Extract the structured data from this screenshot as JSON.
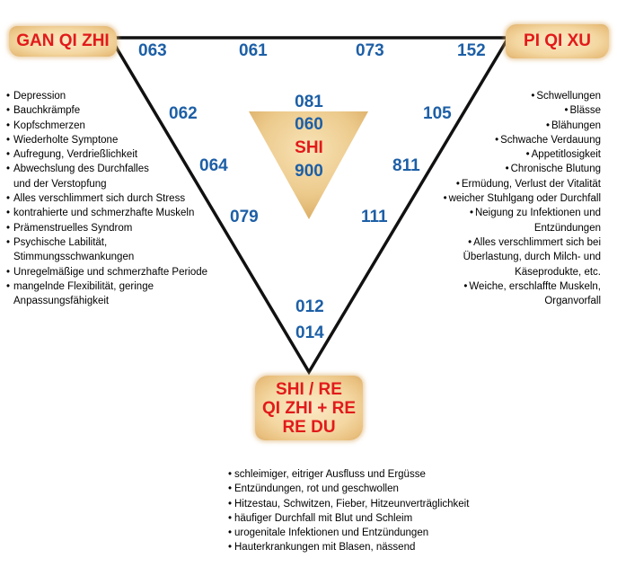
{
  "nodes": {
    "top_left": "GAN QI ZHI",
    "top_right": "PI QI XU",
    "bottom": [
      "SHI / RE",
      "QI ZHI + RE",
      "RE DU"
    ]
  },
  "codes": {
    "top_edge": [
      "063",
      "061",
      "073",
      "152"
    ],
    "left_edge": [
      "062",
      "064",
      "079"
    ],
    "right_edge": [
      "105",
      "811",
      "111"
    ],
    "bottom_vertex": [
      "012",
      "014"
    ],
    "center": [
      "081",
      "060",
      "SHI",
      "900"
    ]
  },
  "symptoms": {
    "gan_qi_zhi": [
      [
        "Depression"
      ],
      [
        "Bauchkrämpfe"
      ],
      [
        "Kopfschmerzen"
      ],
      [
        "Wiederholte Symptone"
      ],
      [
        "Aufregung, Verdrießlichkeit"
      ],
      [
        "Abwechslung des Durchfalles",
        "und der Verstopfung"
      ],
      [
        "Alles verschlimmert sich durch Stress"
      ],
      [
        "kontrahierte und schmerzhafte Muskeln"
      ],
      [
        "Prämenstruelles Syndrom"
      ],
      [
        "Psychische Labilität,",
        "Stimmungsschwankungen"
      ],
      [
        "Unregelmäßige und schmerzhafte Periode"
      ],
      [
        "mangelnde Flexibilität, geringe",
        "Anpassungsfähigkeit"
      ]
    ],
    "pi_qi_xu": [
      [
        "Schwellungen"
      ],
      [
        "Blässe"
      ],
      [
        "Blähungen"
      ],
      [
        "Schwache Verdauung"
      ],
      [
        "Appetitlosigkeit"
      ],
      [
        "Chronische Blutung"
      ],
      [
        "Ermüdung, Verlust der Vitalität"
      ],
      [
        "weicher Stuhlgang oder Durchfall"
      ],
      [
        "Neigung zu Infektionen und",
        "Entzündungen"
      ],
      [
        "Alles verschlimmert sich bei",
        "Überlastung, durch  Milch- und",
        "Käseprodukte, etc."
      ],
      [
        "Weiche, erschlaffte Muskeln,",
        "Organvorfall"
      ]
    ],
    "shi_re": [
      "schleimiger, eitriger Ausfluss und Ergüsse",
      "Entzündungen, rot und geschwollen",
      "Hitzestau, Schwitzen, Fieber, Hitzeunverträglichkeit",
      "häufiger Durchfall mit Blut und Schleim",
      "urogenitale Infektionen und Entzündungen",
      "Hauterkrankungen mit Blasen, nässend"
    ]
  },
  "colors": {
    "label_red": "#e21a1a",
    "code_blue": "#1d5fa6",
    "parchment": "#f4d8a3",
    "triangle_line": "#111111"
  }
}
